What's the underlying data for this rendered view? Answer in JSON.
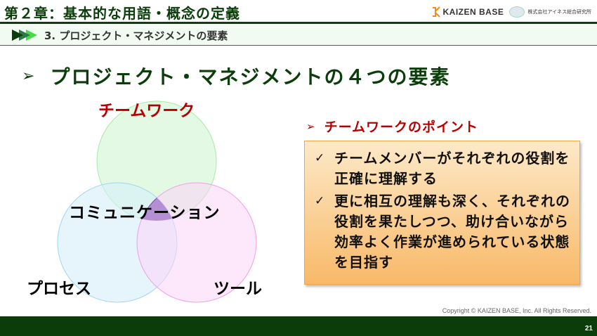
{
  "header": {
    "chapter_title": "第２章：基本的な用語・概念の定義",
    "logo_kaizen": "KAIZEN BASE",
    "logo_aines": "株式会社アイネス総合研究所",
    "section_title": "3. プロジェクト・マネジメントの要素"
  },
  "main": {
    "title_bullet": "➢",
    "title": "プロジェクト・マネジメントの４つの要素"
  },
  "venn": {
    "labels": {
      "teamwork": "チームワーク",
      "communication": "コミュニケーション",
      "process": "プロセス",
      "tool": "ツール"
    },
    "colors": {
      "teamwork_fill": "#d9f7d9",
      "teamwork_stroke": "#a8eaa8",
      "process_fill": "#d6eefa",
      "process_stroke": "#9fd6ef",
      "tool_fill": "#fbd3f7",
      "tool_stroke": "#ee9fe6",
      "center_fill": "#b58fd6",
      "label_accent": "#b80000"
    }
  },
  "points": {
    "bullet": "➢",
    "title": "チームワークのポイント",
    "check": "✓",
    "items": [
      {
        "text": "チームメンバーがそれぞれの役割を正確に理解する"
      },
      {
        "text": "更に相互の理解も深く、それぞれの役割を果たしつつ、助け合いながら効率よく作業が進められている状態を目指す"
      }
    ]
  },
  "footer": {
    "copyright": "Copyright ©  KAIZEN BASE, Inc.  All Rights Reserved.",
    "page_number": "21"
  }
}
